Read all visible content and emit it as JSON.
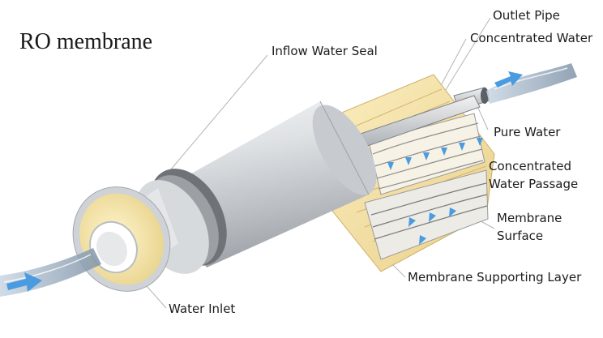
{
  "title": "RO membrane",
  "labels": {
    "outlet_pipe": "Outlet Pipe",
    "concentrated_water": "Concentrated Water",
    "inflow_water_seal": "Inflow Water Seal",
    "pure_water": "Pure Water",
    "concentrated_water_passage": [
      "Concentrated",
      "Water Passage"
    ],
    "membrane_surface": [
      "Membrane",
      "Surface"
    ],
    "membrane_supporting_layer": "Membrane Supporting Layer",
    "water_inlet": "Water Inlet"
  },
  "colors": {
    "shell": "#d9dce0",
    "membrane": "#f3df9c",
    "seal_ring": "#8a8a8a",
    "water_arrow": "#4a9be0",
    "leader_line": "#b5b5b5"
  }
}
